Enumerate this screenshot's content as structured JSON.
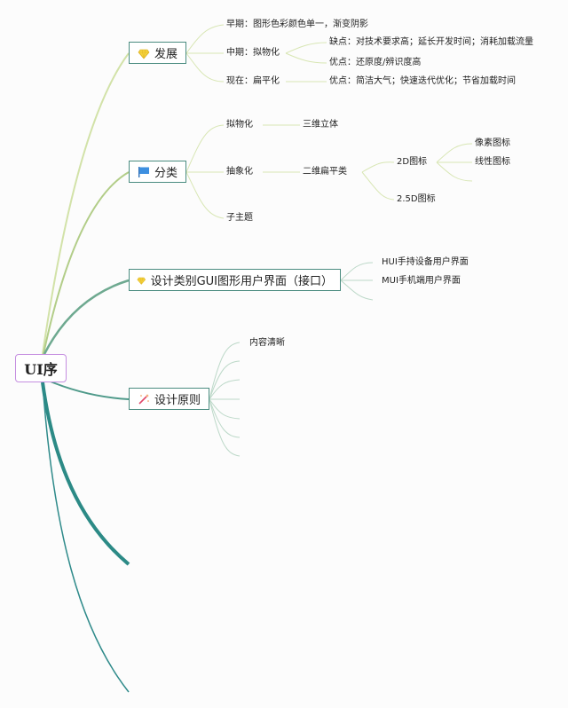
{
  "root": {
    "label": "UI序"
  },
  "branches": [
    {
      "label": "发展",
      "icon": "diamond-icon",
      "children": [
        {
          "label": "早期：图形色彩颜色单一，渐变阴影"
        },
        {
          "label": "中期：拟物化",
          "children": [
            {
              "label": "缺点：对技术要求高；延长开发时间；消耗加载流量"
            },
            {
              "label": "优点：还原度/辨识度高"
            }
          ]
        },
        {
          "label": "现在：扁平化",
          "children": [
            {
              "label": "优点：简洁大气；快速迭代优化；节省加载时间"
            }
          ]
        }
      ]
    },
    {
      "label": "分类",
      "icon": "flag-icon",
      "children": [
        {
          "label": "拟物化",
          "children": [
            {
              "label": "三维立体"
            }
          ]
        },
        {
          "label": "抽象化",
          "children": [
            {
              "label": "二维扁平类",
              "children": [
                {
                  "label": "2D图标",
                  "children": [
                    {
                      "label": "像素图标"
                    },
                    {
                      "label": "线性图标"
                    }
                  ]
                },
                {
                  "label": "2.5D图标"
                }
              ]
            }
          ]
        },
        {
          "label": "子主题"
        }
      ]
    },
    {
      "label": "设计类别GUI图形用户界面（接口）",
      "icon": "diamond-icon",
      "children": [
        {
          "label": "HUI手持设备用户界面"
        },
        {
          "label": "MUI手机端用户界面"
        }
      ]
    },
    {
      "label": "设计原则",
      "icon": "magic-wand-icon",
      "children": [
        {
          "label": "内容清晰"
        }
      ]
    }
  ],
  "colors": {
    "branch_light": "#c8dc9a",
    "branch_mid": "#a4c27a",
    "branch_teal": "#5a9a88",
    "branch_dark": "#2a8a86",
    "node_border": "#4a8c80",
    "root_border": "#c58ee0",
    "diamond": "#f4d23c",
    "flag": "#3d8fe0",
    "wand": "#e0476a"
  }
}
